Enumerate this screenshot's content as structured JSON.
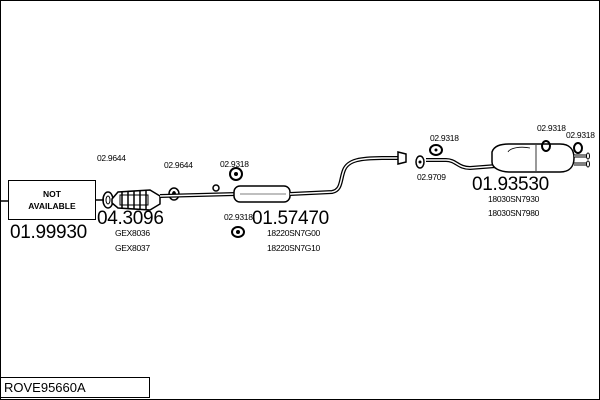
{
  "model_code": "ROVE95660A",
  "not_available": {
    "line1": "NOT",
    "line2": "AVAILABLE",
    "part_number": "01.99930"
  },
  "catalyst": {
    "part_number": "04.3096",
    "refs": [
      "GEX8036",
      "GEX8037"
    ],
    "gasket": "02.9644"
  },
  "front_gasket": "02.9644",
  "mid_clamp_top": "02.9318",
  "mid_clamp_bottom": "02.9318",
  "mid_pipe": {
    "part_number": "01.57470",
    "refs": [
      "18220SN7G00",
      "18220SN7G10"
    ]
  },
  "rear_flange_top": "02.9318",
  "rear_flange_bottom": "02.9709",
  "rear_silencer": {
    "part_number": "01.93530",
    "refs": [
      "18030SN7930",
      "18030SN7980"
    ]
  },
  "rear_hanger_1": "02.9318",
  "rear_hanger_2": "02.9318"
}
